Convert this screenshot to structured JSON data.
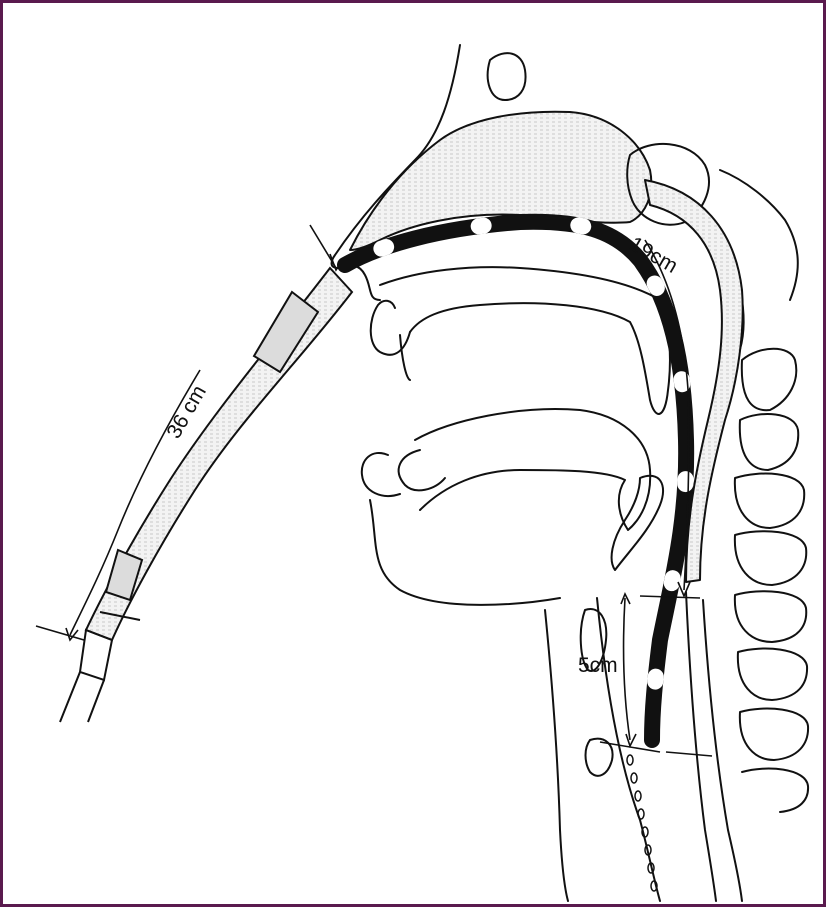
{
  "diagram": {
    "labels": {
      "tube_outer_length": "36 cm",
      "nasal_depth": "19cm",
      "below_larynx": "5cm"
    },
    "colors": {
      "frame": "#5a1a4e",
      "ink": "#111111",
      "stipple": "#cfcfcf",
      "paper": "#ffffff"
    }
  }
}
